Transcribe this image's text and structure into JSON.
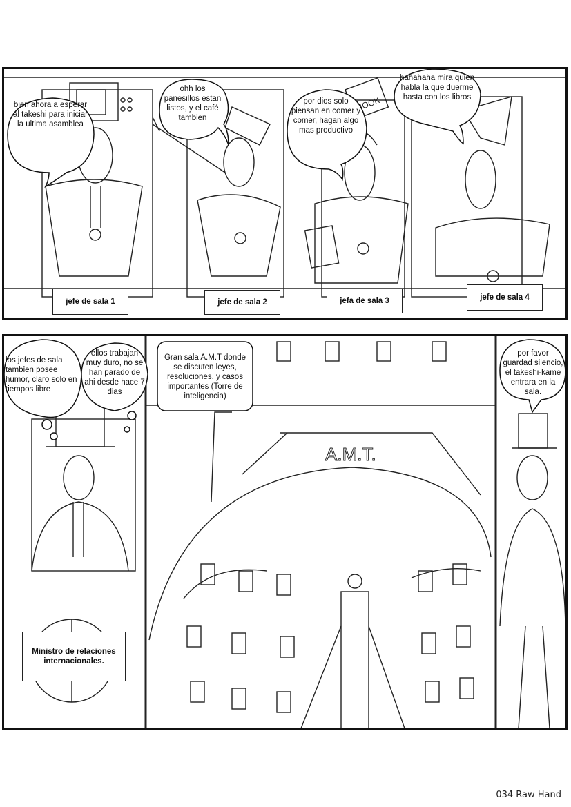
{
  "page": {
    "footer": "034 Raw Hand"
  },
  "top_row": {
    "bubbles": [
      "bien ahora a esperar al takeshi para iniciar la ultima asamblea",
      "ohh los panesillos estan listos, y el café tambien",
      "por dios solo piensan en comer y comer, hagan algo mas productivo",
      "hahahaha mira quien habla la que duerme hasta con los libros"
    ],
    "captions": [
      "jefe de sala 1",
      "jefe de sala 2",
      "jefa de sala 3",
      "jefe de sala 4"
    ],
    "book_label": "BOOK"
  },
  "bottom_row": {
    "left_bubbles": [
      "los jefes de sala tambien posee humor, claro solo en tiempos libre",
      "ellos trabajan muy duro, no se han parado de ahi desde hace 7 dias"
    ],
    "left_caption": "Ministro de relaciones internacionales.",
    "center_caption": "Gran sala A.M.T donde se discuten leyes, resoluciones, y casos importantes (Torre de inteligencia)",
    "hall_sign": "A.M.T.",
    "right_bubble": "por favor guardad silencio, el takeshi-kame entrara en la sala."
  }
}
